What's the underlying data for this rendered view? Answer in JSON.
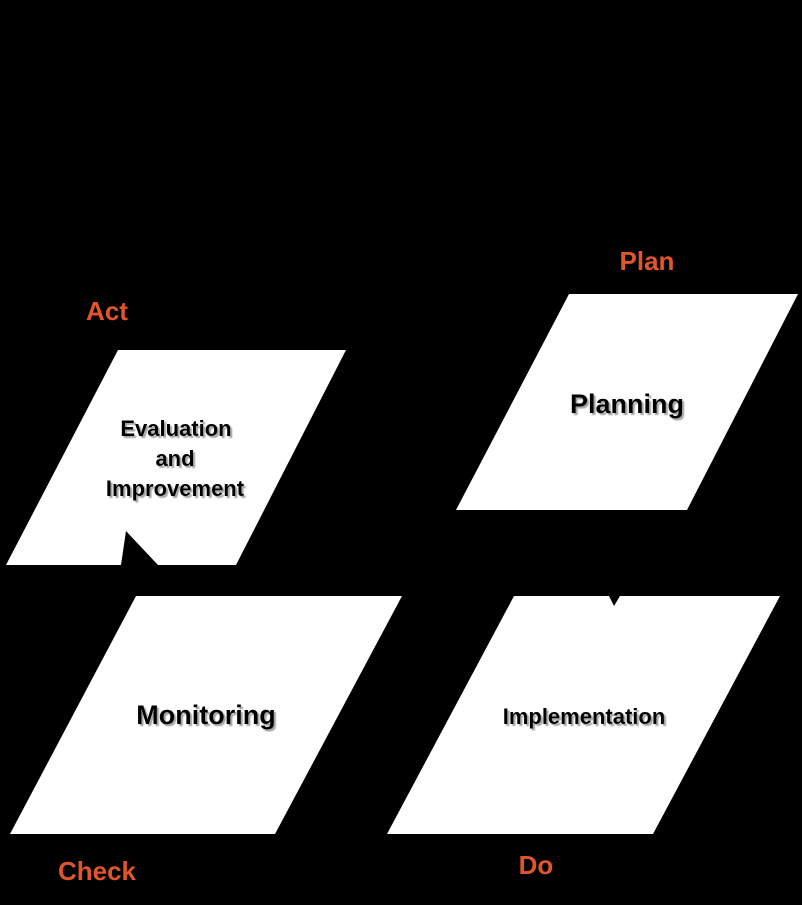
{
  "colors": {
    "background": "#000000",
    "box_fill": "#ffffff",
    "phase_label": "#e0562a",
    "box_text": "#000000"
  },
  "phases": {
    "plan": "Plan",
    "act": "Act",
    "check": "Check",
    "do": "Do"
  },
  "boxes": {
    "planning": {
      "label": "Planning"
    },
    "evaluation": {
      "lines": [
        "Evaluation",
        "and",
        "Improvement"
      ]
    },
    "monitoring": {
      "label": "Monitoring"
    },
    "implementation": {
      "label": "Implementation"
    }
  }
}
